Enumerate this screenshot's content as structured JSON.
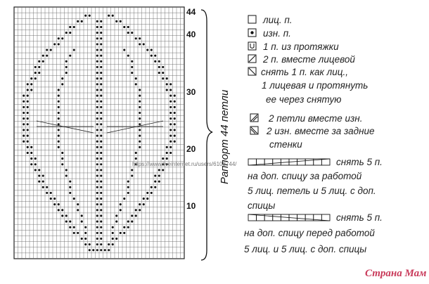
{
  "chart": {
    "columns": 44,
    "rows": 44,
    "row_labels": [
      "10",
      "20",
      "30",
      "40",
      "44"
    ],
    "rapport_label": "Раппорт 44 петли",
    "watermark_url": "https://www.liveinternet.ru/users/6108744/"
  },
  "legend": {
    "items": [
      {
        "symbol": "knit",
        "line1": "лиц. п.",
        "line2": "",
        "line3": ""
      },
      {
        "symbol": "purl",
        "line1": "изн. п.",
        "line2": "",
        "line3": ""
      },
      {
        "symbol": "lifted-increase",
        "line1": "1 п. из протяжки",
        "line2": "",
        "line3": ""
      },
      {
        "symbol": "k2tog",
        "line1": "2 п. вместе лицевой",
        "line2": "",
        "line3": ""
      },
      {
        "symbol": "ssk",
        "line1": "снять 1 п. как лиц.,",
        "line2": "1 лицевая и протянуть",
        "line3": "ее через снятую"
      },
      {
        "symbol": "p2tog",
        "line1": "2 петли вместе изн.",
        "line2": "",
        "line3": ""
      },
      {
        "symbol": "p2tog-tbl",
        "line1": "2 изн. вместе за задние",
        "line2": "стенки",
        "line3": ""
      }
    ],
    "cables": [
      {
        "line1": "снять 5 п.",
        "line2": "на доп. спицу за работой",
        "line3": "5 лиц. петель и 5 лиц. с доп.",
        "line4": "спицы"
      },
      {
        "line1": "снять 5 п.",
        "line2": "на доп. спицу перед работой",
        "line3": "5 лиц. и 5 лиц. с доп. спицы",
        "line4": ""
      }
    ]
  },
  "logo": {
    "text": "Страна Мам"
  },
  "colors": {
    "ink": "#111111",
    "grid": "#555555",
    "logo": "#c93a5a"
  }
}
